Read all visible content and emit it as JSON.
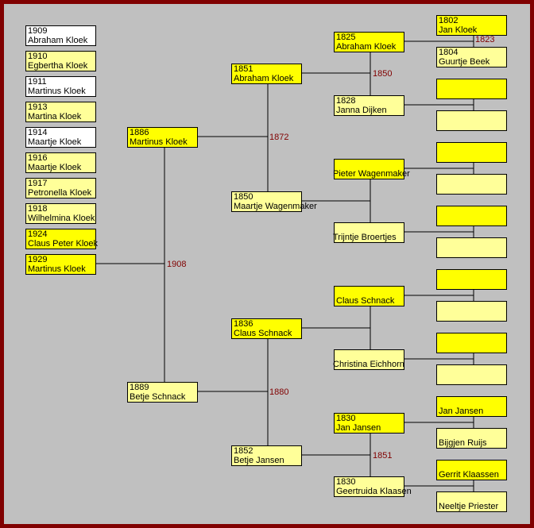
{
  "colors": {
    "male": "#ffff00",
    "female": "#ffff99",
    "child_other": "#ffffff",
    "marriage": "#800000",
    "frame": "#800000",
    "background": "#c0c0c0"
  },
  "children": [
    {
      "year": "1909",
      "name": "Abraham Kloek",
      "style": "w"
    },
    {
      "year": "1910",
      "name": "Egbertha Kloek",
      "style": "f"
    },
    {
      "year": "1911",
      "name": "Martinus Kloek",
      "style": "w"
    },
    {
      "year": "1913",
      "name": "Martina Kloek",
      "style": "f"
    },
    {
      "year": "1914",
      "name": "Maartje Kloek",
      "style": "w"
    },
    {
      "year": "1916",
      "name": "Maartje Kloek",
      "style": "f"
    },
    {
      "year": "1917",
      "name": "Petronella Kloek",
      "style": "f"
    },
    {
      "year": "1918",
      "name": "Wilhelmina Kloek",
      "style": "f"
    },
    {
      "year": "1924",
      "name": "Claus Peter Kloek",
      "style": "m"
    },
    {
      "year": "1929",
      "name": "Martinus Kloek",
      "style": "m"
    }
  ],
  "parents": [
    {
      "year": "1886",
      "name": "Martinus Kloek",
      "style": "m"
    },
    {
      "year": "1889",
      "name": "Betje Schnack",
      "style": "f"
    }
  ],
  "grandparents": [
    {
      "year": "1851",
      "name": "Abraham Kloek",
      "style": "m"
    },
    {
      "year": "1850",
      "name": "Maartje Wagenmaker",
      "style": "f"
    },
    {
      "year": "1836",
      "name": "Claus Schnack",
      "style": "m"
    },
    {
      "year": "1852",
      "name": "Betje Jansen",
      "style": "f"
    }
  ],
  "great_grandparents": [
    {
      "year": "1825",
      "name": "Abraham Kloek",
      "style": "m"
    },
    {
      "year": "1828",
      "name": "Janna Dijken",
      "style": "f"
    },
    {
      "year": "",
      "name": "Pieter Wagenmaker",
      "style": "m"
    },
    {
      "year": "",
      "name": "Trijntje Broertjes",
      "style": "f"
    },
    {
      "year": "",
      "name": "Claus Schnack",
      "style": "m"
    },
    {
      "year": "",
      "name": "Christina Eichhorn",
      "style": "f"
    },
    {
      "year": "1830",
      "name": "Jan Jansen",
      "style": "m"
    },
    {
      "year": "1830",
      "name": "Geertruida Klaasen",
      "style": "f"
    }
  ],
  "gg_grandparents": [
    {
      "year": "1802",
      "name": "Jan Kloek",
      "style": "m"
    },
    {
      "year": "1804",
      "name": "Guurtje Beek",
      "style": "f"
    },
    {
      "year": "",
      "name": "",
      "style": "m"
    },
    {
      "year": "",
      "name": "",
      "style": "f"
    },
    {
      "year": "",
      "name": "",
      "style": "m"
    },
    {
      "year": "",
      "name": "",
      "style": "f"
    },
    {
      "year": "",
      "name": "",
      "style": "m"
    },
    {
      "year": "",
      "name": "",
      "style": "f"
    },
    {
      "year": "",
      "name": "",
      "style": "m"
    },
    {
      "year": "",
      "name": "",
      "style": "f"
    },
    {
      "year": "",
      "name": "",
      "style": "m"
    },
    {
      "year": "",
      "name": "",
      "style": "f"
    },
    {
      "year": "",
      "name": "Jan Jansen",
      "style": "m"
    },
    {
      "year": "",
      "name": "Bijgjen Ruijs",
      "style": "f"
    },
    {
      "year": "",
      "name": "Gerrit Klaassen",
      "style": "m"
    },
    {
      "year": "",
      "name": "Neeltje Priester",
      "style": "f"
    }
  ],
  "marriages": {
    "parents": "1908",
    "grandparents": [
      "1872",
      "1880"
    ],
    "great_grandparents": [
      "1850",
      "",
      "",
      "1851"
    ],
    "gg_grandparents": [
      "1823",
      "",
      "",
      "",
      "",
      "",
      "",
      ""
    ]
  }
}
